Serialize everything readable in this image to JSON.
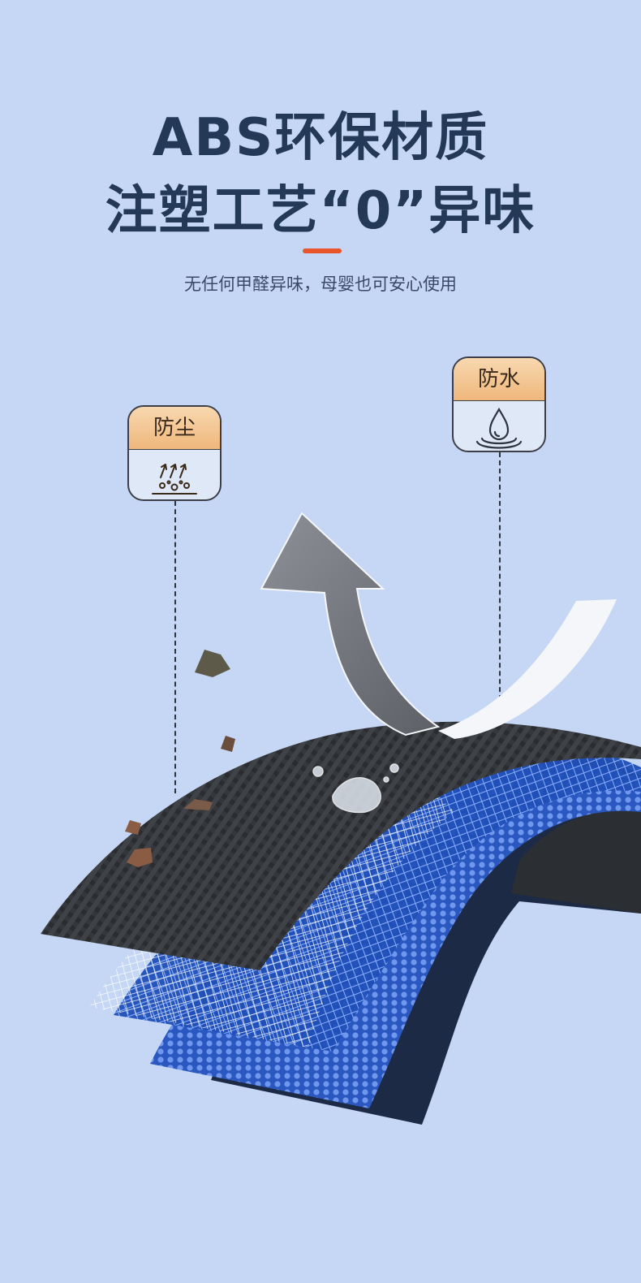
{
  "header": {
    "title_line1": "ABS环保材质",
    "title_line2": "注塑工艺“0”异味",
    "subtitle": "无任何甲醛异味，母婴也可安心使用"
  },
  "badges": {
    "dust": {
      "label": "防尘",
      "icon": "dust-particles-icon"
    },
    "water": {
      "label": "防水",
      "icon": "water-drop-icon"
    }
  },
  "colors": {
    "background": "#c5d7f4",
    "title": "#243858",
    "accent": "#e8552a",
    "badge_header": "#efb77c"
  }
}
